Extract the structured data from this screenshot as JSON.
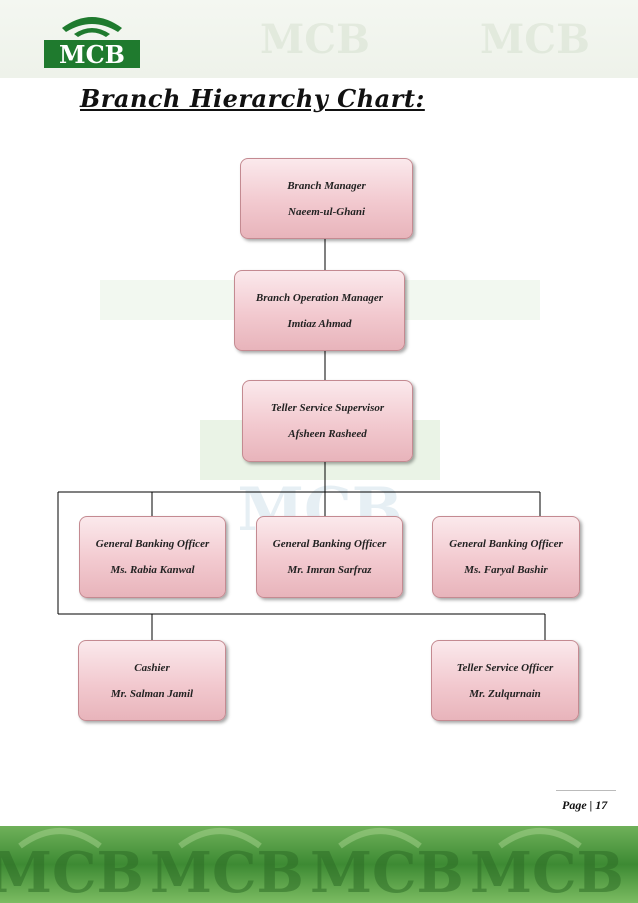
{
  "header": {
    "logo_text": "MCB"
  },
  "title": "Branch Hierarchy Chart:",
  "chart": {
    "branch_manager": {
      "role": "Branch Manager",
      "name": "Naeem-ul-Ghani"
    },
    "operation_manager": {
      "role": "Branch Operation Manager",
      "name": "Imtiaz Ahmad"
    },
    "teller_supervisor": {
      "role": "Teller Service Supervisor",
      "name": "Afsheen Rasheed"
    },
    "gbo_1": {
      "role": "General Banking Officer",
      "name": "Ms. Rabia Kanwal"
    },
    "gbo_2": {
      "role": "General Banking Officer",
      "name": "Mr. Imran Sarfraz"
    },
    "gbo_3": {
      "role": "General Banking Officer",
      "name": "Ms. Faryal Bashir"
    },
    "cashier": {
      "role": "Cashier",
      "name": "Mr. Salman Jamil"
    },
    "teller_officer": {
      "role": "Teller Service Officer",
      "name": "Mr. Zulqurnain"
    }
  },
  "footer": {
    "page_label": "Page | 17"
  },
  "colors": {
    "box_fill": "#f2c9cf",
    "box_border": "#c48a91",
    "brand_green": "#3d8a33"
  }
}
